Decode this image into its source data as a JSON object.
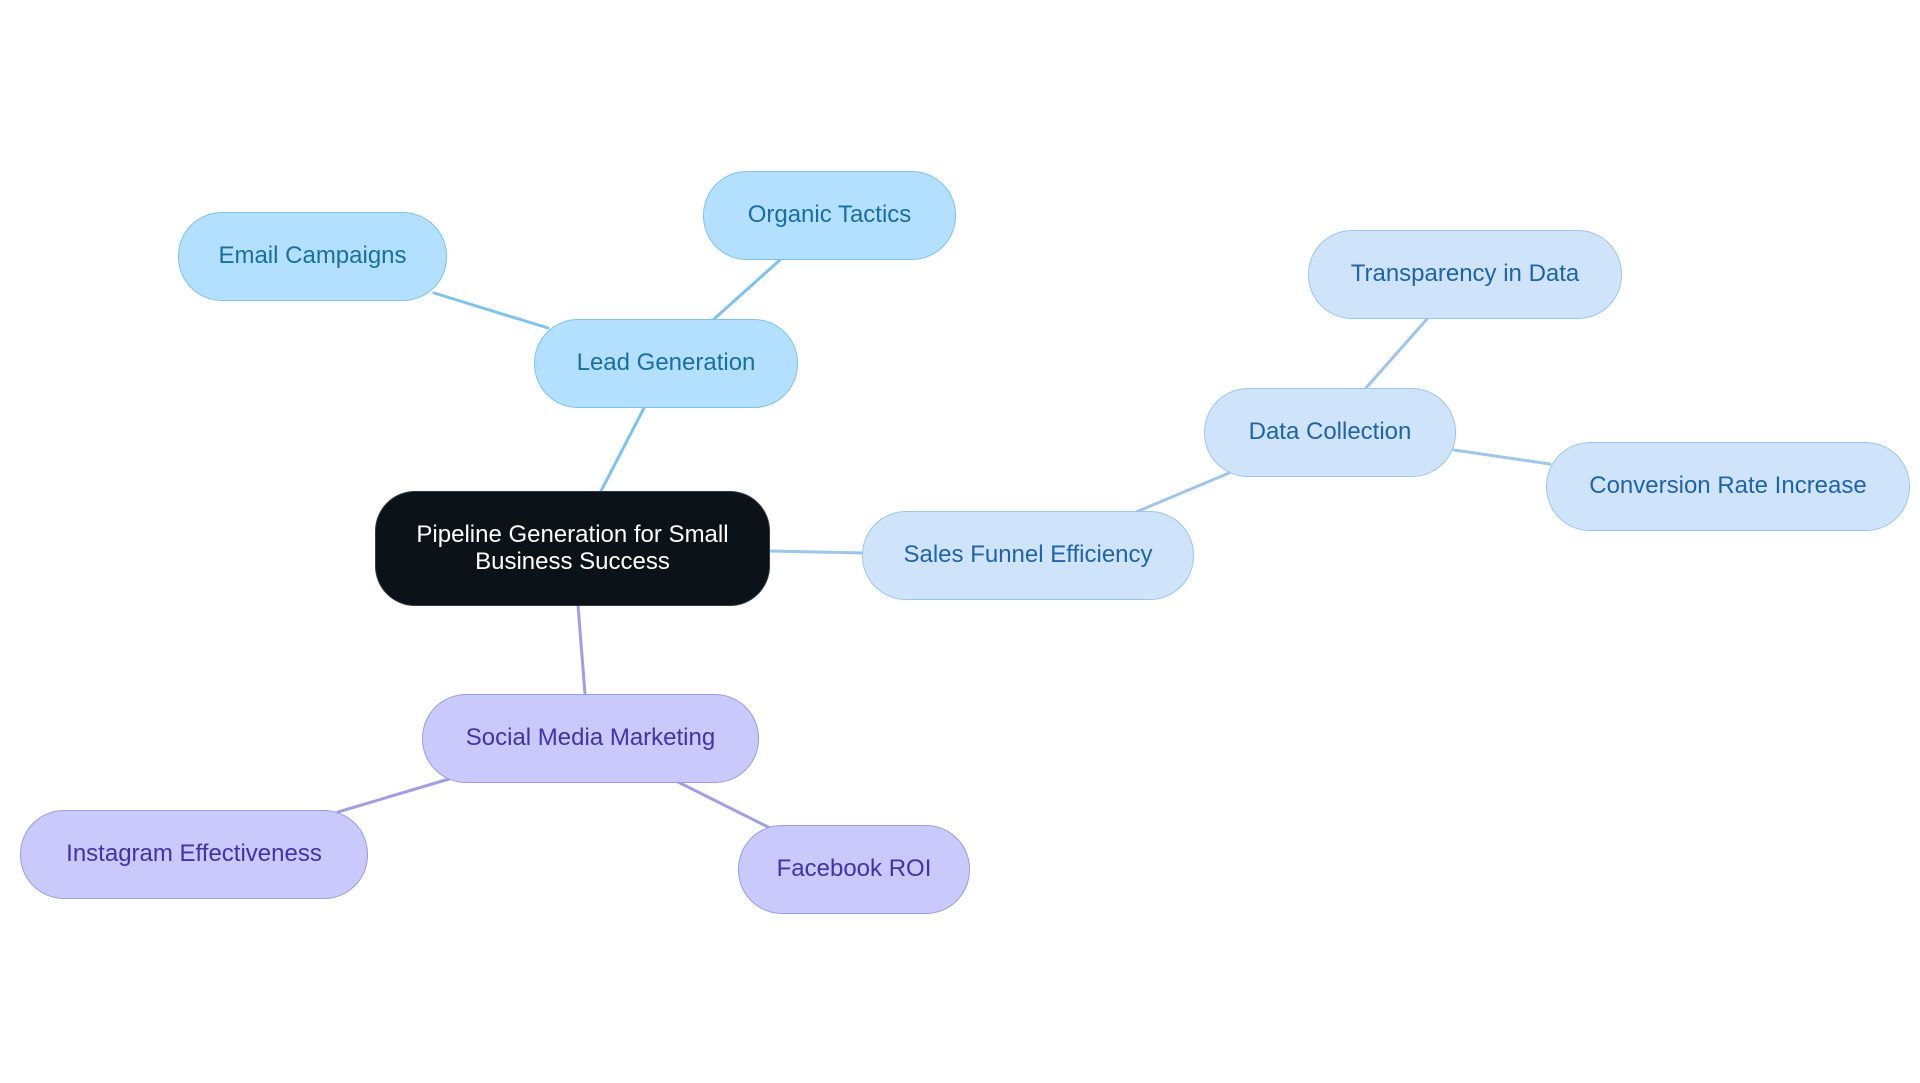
{
  "diagram": {
    "root": {
      "label": "Pipeline Generation for Small Business Success"
    },
    "branches": [
      {
        "label": "Lead Generation",
        "color": "#7fc3ec",
        "children": [
          {
            "label": "Email Campaigns"
          },
          {
            "label": "Organic Tactics"
          }
        ]
      },
      {
        "label": "Sales Funnel Efficiency",
        "color": "#9ec6ec",
        "children": [
          {
            "label": "Data Collection",
            "children": [
              {
                "label": "Transparency in Data"
              },
              {
                "label": "Conversion Rate Increase"
              }
            ]
          }
        ]
      },
      {
        "label": "Social Media Marketing",
        "color": "#a09fe2",
        "children": [
          {
            "label": "Instagram Effectiveness"
          },
          {
            "label": "Facebook ROI"
          }
        ]
      }
    ]
  }
}
